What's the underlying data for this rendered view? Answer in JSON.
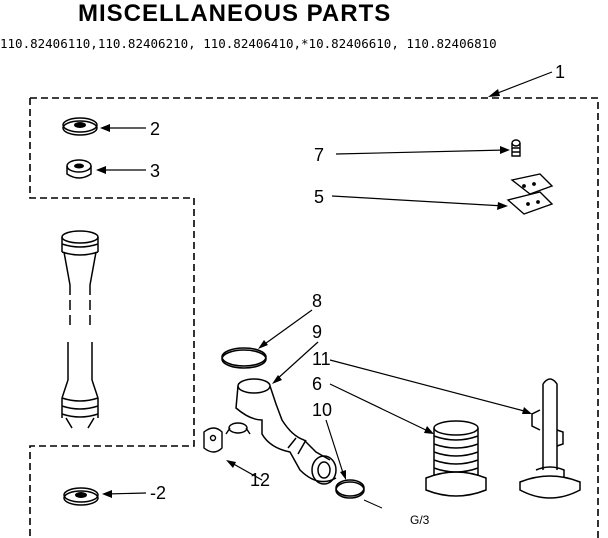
{
  "title": "MISCELLANEOUS PARTS",
  "model_numbers": "110.82406110,110.82406210, 110.82406410,*10.82406610, 110.82406810",
  "callouts": {
    "c1": "1",
    "c2_top": "2",
    "c3": "3",
    "c7": "7",
    "c5": "5",
    "c8": "8",
    "c9": "9",
    "c11": "11",
    "c6": "6",
    "c10": "10",
    "c12": "12",
    "c2_bottom": "-2"
  },
  "drawing_code": "G/3"
}
